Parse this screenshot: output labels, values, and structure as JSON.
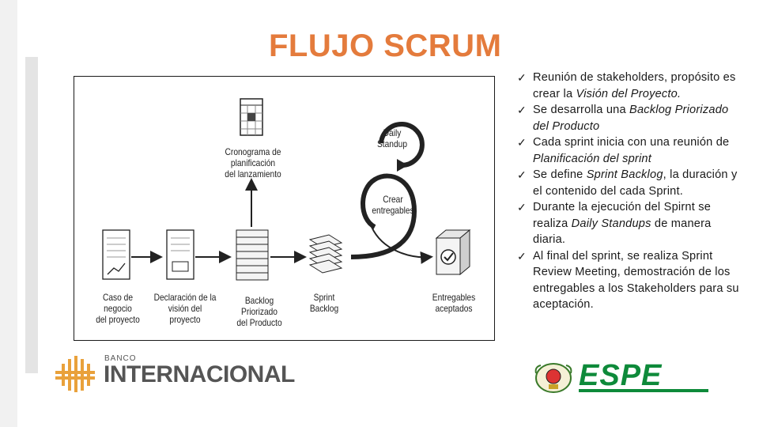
{
  "title": "FLUJO SCRUM",
  "diagram": {
    "labels": {
      "cronograma": "Cronograma de planificación\ndel lanzamiento",
      "daily": "Daily\nStandup",
      "crear": "Crear\nentregables",
      "caso": "Caso de negocio\ndel proyecto",
      "declaracion": "Declaración de la\nvisión del proyecto",
      "backlog": "Backlog Priorizado\ndel Producto",
      "sprint": "Sprint\nBacklog",
      "entregables": "Entregables\naceptados"
    }
  },
  "bullets": [
    {
      "pre": "Reunión de stakeholders, propósito es crear la  ",
      "em": "Visión del Proyecto.",
      "post": ""
    },
    {
      "pre": "Se desarrolla una ",
      "em": "Backlog Priorizado del Producto",
      "post": ""
    },
    {
      "pre": "Cada sprint inicia con una reunión de ",
      "em": "Planificación del sprint",
      "post": ""
    },
    {
      "pre": "Se define ",
      "em": "Sprint Backlog",
      "post": ", la duración  y el contenido del cada Sprint."
    },
    {
      "pre": "Durante la ejecución del Spirnt se realiza  ",
      "em": "Daily Standups",
      "post": "  de manera diaria."
    },
    {
      "pre": "Al final del sprint, se realiza Sprint Review Meeting, demostración de los entregables a los Stakeholders para su aceptación.",
      "em": "",
      "post": ""
    }
  ],
  "check_glyph": "✓",
  "logos": {
    "banco_small": "BANCO",
    "banco_big": "INTERNACIONAL",
    "espe": "ESPE"
  },
  "colors": {
    "title": "#e47b3c",
    "espe_green": "#0e8a3a"
  }
}
